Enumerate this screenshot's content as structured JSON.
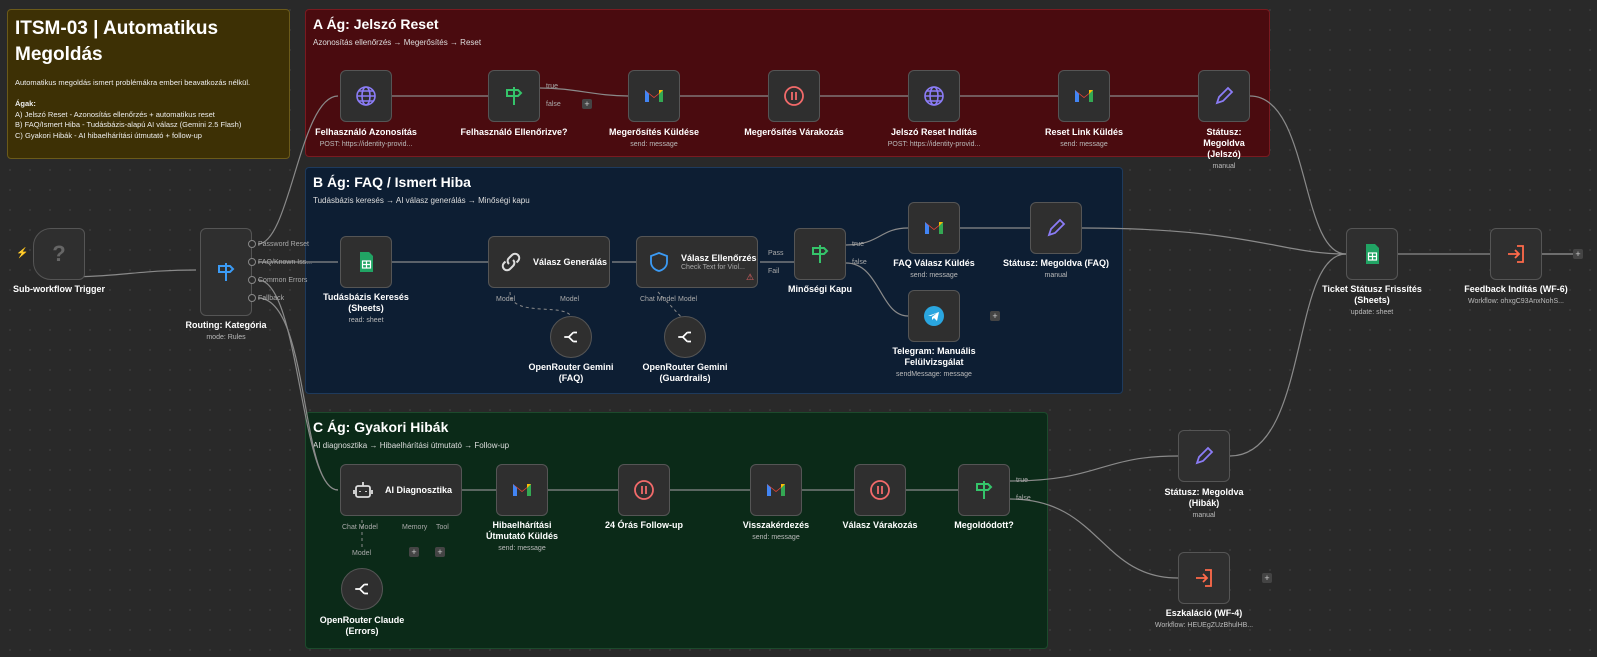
{
  "note": {
    "title": "ITSM-03 | Automatikus Megoldás",
    "desc": "Automatikus megoldás ismert problémákra emberi beavatkozás nélkül.",
    "branches_title": "Ágak:",
    "branch_a": "A) Jelszó Reset - Azonosítás ellenőrzés + automatikus reset",
    "branch_b": "B) FAQ/Ismert Hiba - Tudásbázis-alapú AI válasz (Gemini 2.5 Flash)",
    "branch_c": "C) Gyakori Hibák - AI hibaelhárítási útmutató + follow-up"
  },
  "sections": {
    "a": {
      "title": "A Ág: Jelszó Reset",
      "sub": "Azonosítás ellenőrzés → Megerősítés → Reset"
    },
    "b": {
      "title": "B Ág: FAQ / Ismert Hiba",
      "sub": "Tudásbázis keresés → AI válasz generálás → Minőségi kapu"
    },
    "c": {
      "title": "C Ág: Gyakori Hibák",
      "sub": "AI diagnosztika → Hibaelhárítási útmutató → Follow-up"
    }
  },
  "nodes": {
    "trigger": {
      "label": "Sub-workflow Trigger"
    },
    "routing": {
      "label": "Routing: Kategória",
      "sub": "mode: Rules",
      "out1": "Password Reset",
      "out2": "FAQ/Known Iss...",
      "out3": "Common Errors",
      "out4": "Fallback"
    },
    "a1": {
      "label": "Felhasználó Azonosítás",
      "sub": "POST: https://identity-provid..."
    },
    "a2": {
      "label": "Felhasználó Ellenőrizve?",
      "true": "true",
      "false": "false"
    },
    "a3": {
      "label": "Megerősítés Küldése",
      "sub": "send: message"
    },
    "a4": {
      "label": "Megerősítés Várakozás"
    },
    "a5": {
      "label": "Jelszó Reset Indítás",
      "sub": "POST: https://identity-provid..."
    },
    "a6": {
      "label": "Reset Link Küldés",
      "sub": "send: message"
    },
    "a7": {
      "label": "Státusz: Megoldva (Jelszó)",
      "sub": "manual"
    },
    "b1": {
      "label": "Tudásbázis Keresés (Sheets)",
      "sub": "read: sheet"
    },
    "b2": {
      "label": "Válasz Generálás",
      "model": "Model",
      "model2": "Model"
    },
    "b3": {
      "label": "Válasz Ellenőrzés",
      "sub": "Check Text for Viol...",
      "pass": "Pass",
      "fail": "Fail",
      "chat": "Chat Model",
      "model": "Model"
    },
    "b4": {
      "label": "Minőségi Kapu",
      "true": "true",
      "false": "false"
    },
    "b5": {
      "label": "FAQ Válasz Küldés",
      "sub": "send: message"
    },
    "b6": {
      "label": "Státusz: Megoldva (FAQ)",
      "sub": "manual"
    },
    "b7": {
      "label": "Telegram: Manuális Felülvizsgálat",
      "sub": "sendMessage: message"
    },
    "b8": {
      "label": "OpenRouter Gemini (FAQ)"
    },
    "b9": {
      "label": "OpenRouter Gemini (Guardrails)"
    },
    "c1": {
      "label": "AI Diagnosztika",
      "chat": "Chat Model",
      "memory": "Memory",
      "tool": "Tool",
      "model": "Model"
    },
    "c2": {
      "label": "Hibaelhárítási Útmutató Küldés",
      "sub": "send: message"
    },
    "c3": {
      "label": "24 Órás Follow-up"
    },
    "c4": {
      "label": "Visszakérdezés",
      "sub": "send: message"
    },
    "c5": {
      "label": "Válasz Várakozás"
    },
    "c6": {
      "label": "Megoldódott?",
      "true": "true",
      "false": "false"
    },
    "c7": {
      "label": "OpenRouter Claude (Errors)"
    },
    "r1": {
      "label": "Ticket Státusz Frissítés (Sheets)",
      "sub": "update: sheet"
    },
    "r2": {
      "label": "Feedback Indítás (WF-6)",
      "sub": "Workflow: ohxgC93AnxNohS..."
    },
    "r3": {
      "label": "Státusz: Megoldva (Hibák)",
      "sub": "manual"
    },
    "r4": {
      "label": "Eszkaláció (WF-4)",
      "sub": "Workflow: HEUEgZUzBhulHB..."
    }
  },
  "icons": {
    "trigger": "question-icon",
    "routing": "signpost-icon",
    "http": "globe-icon",
    "if": "signpost-icon",
    "gmail": "gmail-icon",
    "wait": "pause-icon",
    "edit": "pencil-icon",
    "sheets": "sheets-icon",
    "chain": "link-icon",
    "guard": "shield-icon",
    "telegram": "telegram-icon",
    "openrouter": "openrouter-icon",
    "agent": "robot-icon",
    "exec": "execute-workflow-icon"
  },
  "colors": {
    "purple": "#8b7cf6",
    "green": "#35c46a",
    "wait_red": "#f26a6a",
    "exec_red": "#ff6a4a",
    "telegram": "#2aa6e0",
    "sheets": "#21a464"
  }
}
